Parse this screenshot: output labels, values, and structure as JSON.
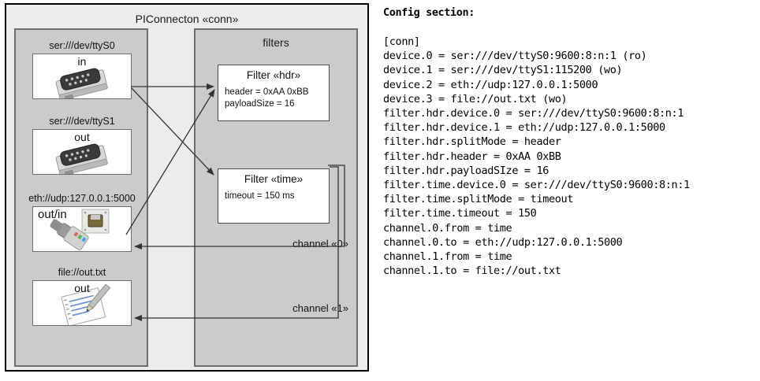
{
  "diagram": {
    "title": "PIConnecton «conn»",
    "devices_panel": {
      "groups": [
        {
          "label": "ser:///dev/ttyS0",
          "direction": "in",
          "icon": "serial-db9-icon"
        },
        {
          "label": "ser:///dev/ttyS1",
          "direction": "out",
          "icon": "serial-db9-icon"
        },
        {
          "label": "eth://udp:127.0.0.1:5000",
          "direction": "out/in",
          "icon": "ethernet-rj45-icon"
        },
        {
          "label": "file://out.txt",
          "direction": "out",
          "icon": "text-file-icon"
        }
      ]
    },
    "filters_panel": {
      "title": "filters",
      "filters": [
        {
          "title": "Filter «hdr»",
          "props": [
            "header = 0xAA 0xBB",
            "payloadSize = 16"
          ]
        },
        {
          "title": "Filter «time»",
          "props": [
            "timeout = 150 ms"
          ]
        }
      ],
      "channels": [
        {
          "label": "channel «0»"
        },
        {
          "label": "channel «1»"
        }
      ]
    },
    "colors": {
      "outer_bg": "#ececec",
      "panel_bg": "#cbcbcb",
      "panel_border": "#6e6e6e",
      "card_bg": "#ffffff",
      "wire": "#333333",
      "frame": "#000000"
    }
  },
  "config": {
    "heading": "Config section:",
    "lines": [
      "[conn]",
      "device.0 = ser:///dev/ttyS0:9600:8:n:1 (ro)",
      "device.1 = ser:///dev/ttyS1:115200 (wo)",
      "device.2 = eth://udp:127.0.0.1:5000",
      "device.3 = file://out.txt (wo)",
      "filter.hdr.device.0 = ser:///dev/ttyS0:9600:8:n:1",
      "filter.hdr.device.1 = eth://udp:127.0.0.1:5000",
      "filter.hdr.splitMode = header",
      "filter.hdr.header = 0xAA 0xBB",
      "filter.hdr.payloadSIze = 16",
      "filter.time.device.0 = ser:///dev/ttyS0:9600:8:n:1",
      "filter.time.splitMode = timeout",
      "filter.time.timeout = 150",
      "channel.0.from = time",
      "channel.0.to = eth://udp:127.0.0.1:5000",
      "channel.1.from = time",
      "channel.1.to = file://out.txt"
    ]
  }
}
